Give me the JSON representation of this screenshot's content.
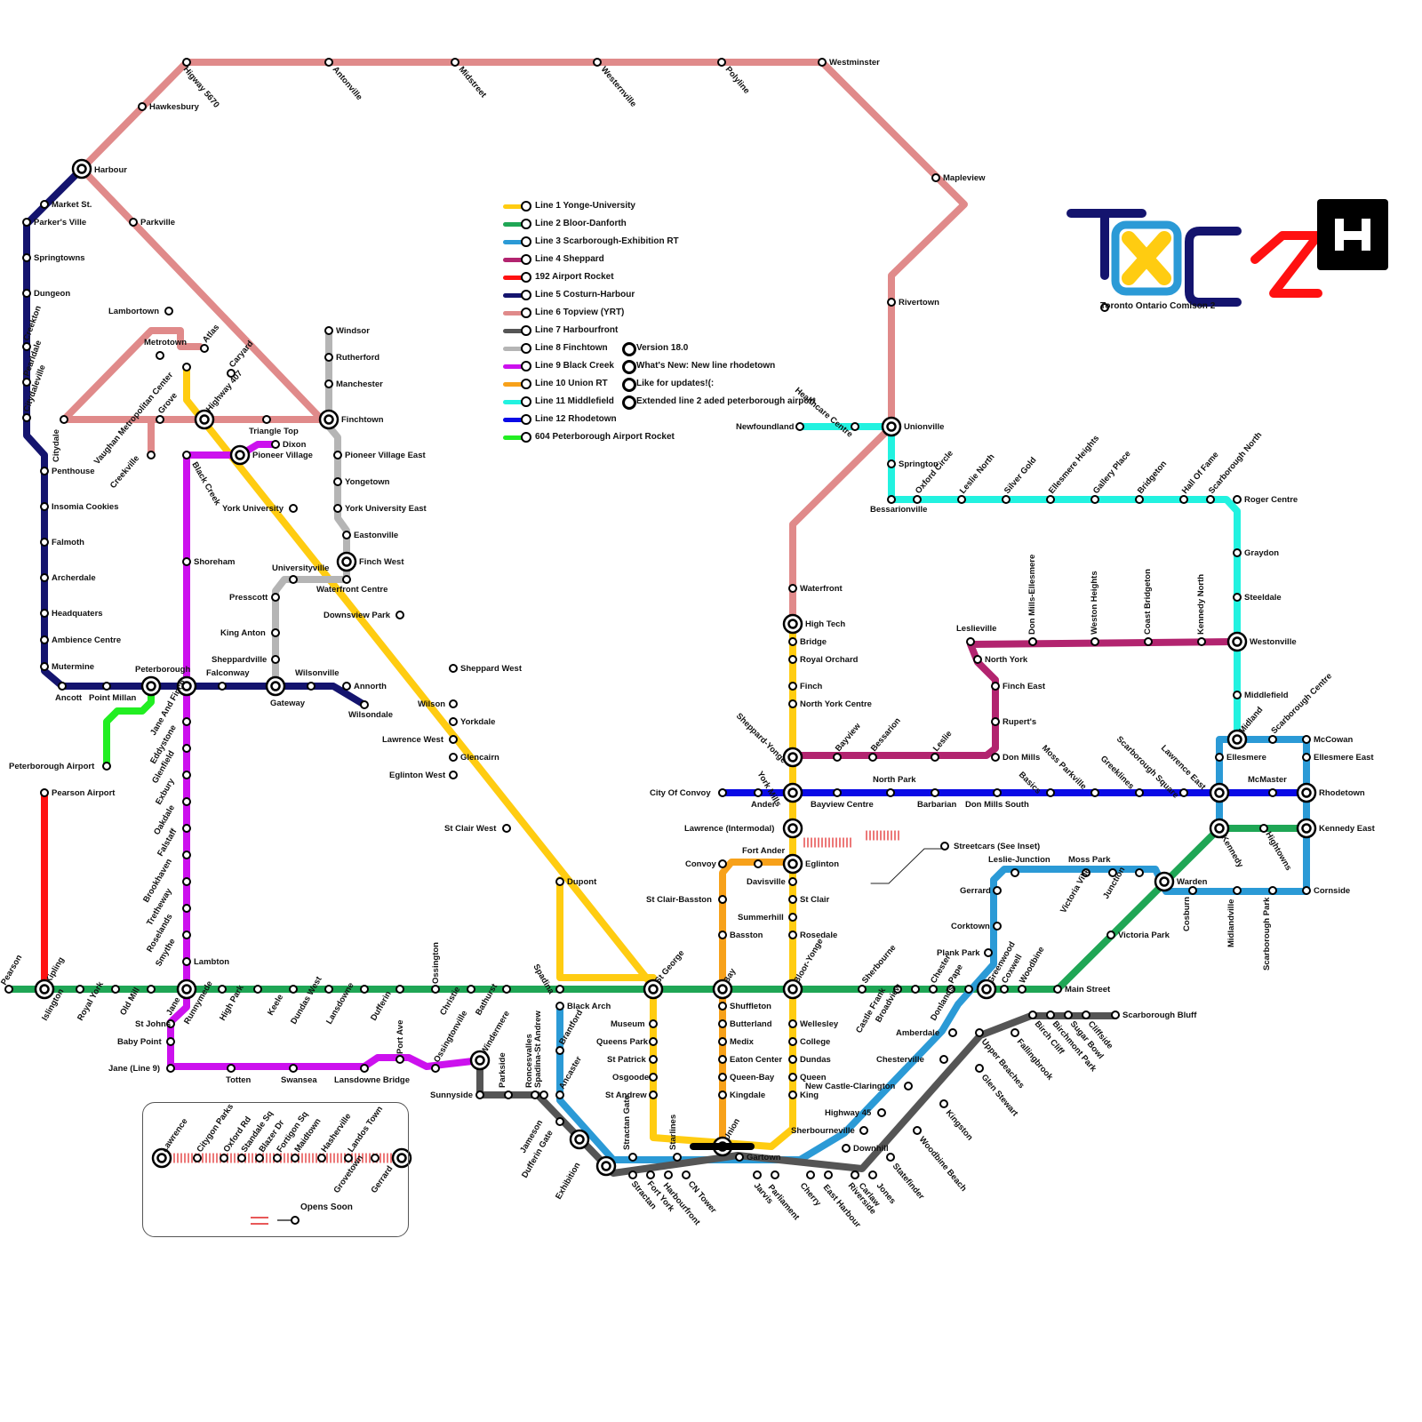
{
  "legend": [
    {
      "label": "Line 1 Yonge-University",
      "color": "#ffcc11"
    },
    {
      "label": "Line 2 Bloor-Danforth",
      "color": "#1fa655"
    },
    {
      "label": "Line 3 Scarborough-Exhibition RT",
      "color": "#2b9ad6"
    },
    {
      "label": "Line 4 Sheppard",
      "color": "#b2246f"
    },
    {
      "label": "192 Airport Rocket",
      "color": "#ff1111"
    },
    {
      "label": "Line 5 Costurn-Harbour",
      "color": "#14146e"
    },
    {
      "label": "Line 6 Topview (YRT)",
      "color": "#e08a8a"
    },
    {
      "label": "Line 7 Harbourfront",
      "color": "#555555"
    },
    {
      "label": "Line 8 Finchtown",
      "color": "#b5b5b5"
    },
    {
      "label": "Line 9 Black Creek",
      "color": "#cc11ee"
    },
    {
      "label": "Line 10 Union RT",
      "color": "#f7a11a"
    },
    {
      "label": "Line 11 Middlefield",
      "color": "#22f2e0"
    },
    {
      "label": "Line 12 Rhodetown",
      "color": "#0a0ae6"
    },
    {
      "label": "604 Peterborough Airport Rocket",
      "color": "#22ee22"
    }
  ],
  "notes": [
    "Version 18.0",
    "What's New: New line rhodetown",
    "Like for updates!(:",
    "Extended line 2 aded peterborough airport"
  ],
  "logo_caption": "Toronto Ontario Comison 2",
  "opens_soon": "Opens Soon",
  "streetcars_label": "Streetcars (See Inset)",
  "stations": {
    "l6": [
      "Harbour",
      "Hawkesbury",
      "Higway 5670",
      "Antonville",
      "Midstreet",
      "Westernville",
      "Polyline",
      "Westminster",
      "Mapleview",
      "Rivertown",
      "Unionville",
      "Waterfront",
      "High Tech",
      "Parkville",
      "Finchtown",
      "Triangle Top",
      "Highway 407",
      "Caryard",
      "Atlas",
      "Lambortown",
      "Metrotown",
      "Grove",
      "Vaughan Metropolitan Center",
      "Creekville",
      "Citydale"
    ],
    "l5": [
      "Market St.",
      "Parker's Ville",
      "Springtowns",
      "Dungeon",
      "Creekton",
      "Pearldale",
      "Citydaleville",
      "Penthouse",
      "Insomia Cookies",
      "Falmoth",
      "Archerdale",
      "Headquaters",
      "Ambience Centre",
      "Mutermine",
      "Ancott",
      "Point Millan",
      "Peterborough",
      "Falconway",
      "Gateway",
      "Wilsonville",
      "Annorth",
      "Wilsondale"
    ],
    "l604": [
      "Peterborough Airport"
    ],
    "l192": [
      "Pearson Airport"
    ],
    "l2": [
      "Pearson",
      "Kipling",
      "Islington",
      "Royal York",
      "Old Mill",
      "Jane",
      "Runnymede",
      "High Park",
      "Keele",
      "Dundas West",
      "Lansdowne",
      "Dufferin",
      "Ossington",
      "Christie",
      "Bathurst",
      "Spadina",
      "St George",
      "Bay",
      "Bloor-Yonge",
      "Sherbourne",
      "Castle Frank",
      "Broadview",
      "Chester",
      "Pape",
      "Donlands",
      "Greenwood",
      "Coxwell",
      "Woodbine",
      "Main Street",
      "Victoria Park",
      "Warden",
      "Kennedy"
    ],
    "l9": [
      "Dixon",
      "Pioneer Village",
      "Black Creek",
      "Shoreham",
      "Jane And Finch",
      "Eddystone",
      "Glenfield",
      "Exbury",
      "Oakdale",
      "Falstaff",
      "Brookhaven",
      "Tretheway",
      "Roselands",
      "Smythe",
      "Lambton",
      "St Johns",
      "Baby Point",
      "Jane (Line 9)",
      "Totten",
      "Swansea",
      "Lansdowne Bridge",
      "Port Ave",
      "Ossingtonville",
      "Windermere"
    ],
    "l8": [
      "Windsor",
      "Rutherford",
      "Manchester",
      "Pioneer Village East",
      "Yongetown",
      "York University East",
      "Eastonville",
      "Finch West",
      "Waterfront Centre",
      "Universityville",
      "Presscott",
      "King Anton",
      "Sheppardville"
    ],
    "l1": [
      "York University",
      "Downsview Park",
      "Sheppard West",
      "Wilson",
      "Yorkdale",
      "Lawrence West",
      "Glencairn",
      "Eglinton West",
      "St Clair West",
      "Dupont",
      "Museum",
      "Queens Park",
      "St Patrick",
      "Osgoode",
      "St Andrew",
      "Starlines",
      "Union",
      "King",
      "Queen",
      "Dundas",
      "College",
      "Wellesley",
      "Rosedale",
      "Summerhill",
      "St Clair",
      "Davisville",
      "Eglinton",
      "Lawrence (Intermodal)",
      "York Mills",
      "Sheppard-Yonge",
      "North York Centre",
      "Finch",
      "Royal Orchard",
      "Bridge"
    ],
    "l10": [
      "Convoy",
      "Fort Ander",
      "St Clair-Basston",
      "Basston",
      "Shuffleton",
      "Butterland",
      "Medix",
      "Eaton Center",
      "Queen-Bay",
      "Kingdale"
    ],
    "l4": [
      "Bayview",
      "Bessarion",
      "Leslie",
      "Don Mills",
      "Rupert's",
      "Finch East",
      "North York",
      "Leslieville",
      "Don Mills-Ellesmere",
      "Weston Heights",
      "Coast Bridgeton",
      "Kennedy North",
      "Westonville"
    ],
    "l11": [
      "Newfoundland",
      "Healthcare Centre",
      "Springton",
      "Bessarionville",
      "Oxford Circle",
      "Leslie North",
      "Silver Gold",
      "Ellesmere Heights",
      "Gallery Place",
      "Bridgeton",
      "Hall Of Fame",
      "Scarborough North",
      "Roger Centre",
      "Graydon",
      "Steeldale",
      "Middlefield",
      "Midland"
    ],
    "l12": [
      "City Of Convoy",
      "Ander",
      "Bayview Centre",
      "North Park",
      "Barbarian",
      "Don Mills South",
      "Basics",
      "Moss Parkville",
      "Greeklines",
      "Scarborough Square",
      "Lawrence East",
      "McMaster",
      "Rhodetown"
    ],
    "l3": [
      "Scarborough Centre",
      "McCowan",
      "Ellesmere East",
      "Ellesmere",
      "Kennedy East",
      "Hightowns",
      "Cornside",
      "Scarborough Park",
      "Midlandville",
      "Cosburn",
      "Junction",
      "Victoria Ville",
      "Moss Park",
      "Leslie-Junction",
      "Gerrard",
      "Corktown",
      "Plank Park",
      "Amberdale",
      "Chesterville",
      "New Castle-Clarington",
      "Highway 45",
      "Sherbourneville",
      "Downhill",
      "Cherry",
      "East Harbour",
      "Parliament",
      "Jarvis",
      "Gartown",
      "CN Tower",
      "Harbourfront",
      "Fort York",
      "Stractan Gate",
      "Exhibition",
      "Dufferin Gate",
      "Jameson",
      "Ancaster",
      "Brantford",
      "Black Arch"
    ],
    "l7": [
      "Sunnyside",
      "Parkside",
      "Roncesvalles",
      "Spadina-St Andrew",
      "Stractan",
      "Riverside",
      "Carlaw",
      "Jones",
      "Statefinder",
      "Woodbine Beach",
      "Kingston",
      "Glen Stewart",
      "Upper Beaches",
      "Fallingbrook",
      "Birch Cliff",
      "Birchmont Park",
      "Sugar Bowl",
      "Cliffside",
      "Scarborough Bluff"
    ],
    "streetcar": [
      "Lawrence",
      "Citygon Parks",
      "Oxford Rd",
      "Standale Sq",
      "Blazer Dr",
      "Fortigon Sq",
      "Maidtown",
      "Hasherville",
      "Landos Town",
      "Grovetown",
      "Gerrard"
    ]
  }
}
